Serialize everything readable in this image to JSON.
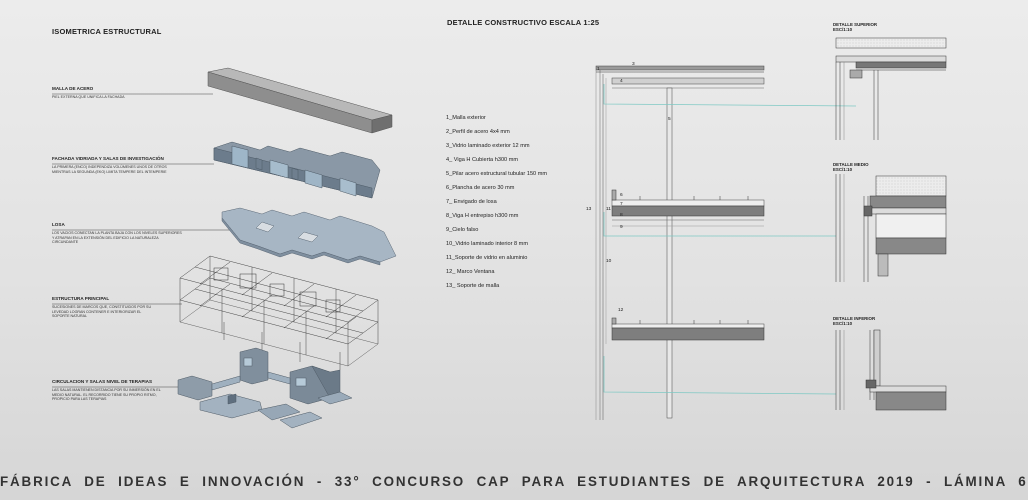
{
  "isometric": {
    "title": "ISOMETRICA ESTRUCTURAL",
    "layers": [
      {
        "label": "MALLA DE ACERO",
        "desc": "PIEL EXTERNA QUE UNIFICA LA FACHADA"
      },
      {
        "label": "FACHADA VIDRIADA Y SALAS DE INVESTIGACIÓN",
        "desc": "LA PRIMERA (ENCO) INDEPENDIZA VOLÚMENES UNOS DE OTROS MIENTRAS LA SEGUNDA (EKO) LIMITA TEMPERE DEL INTEMPERIE"
      },
      {
        "label": "LOSA",
        "desc": "LOS VACIOS CONECTAN LA PLANTA BAJA CON LOS NIVELES SUPERIORES Y ATRAPAN EN LA EXTENSIÓN DEL EDIFICIO LA NATURALEZA CIRCUNDANTE"
      },
      {
        "label": "ESTRUCTURA PRINCIPAL",
        "desc": "SUCESIONES DE MARCOS QUE, CONSTITUIDOS POR SU LEVEDAD LOGRAN CONTENER E INTERIORIZAR EL SOPORTE NATURAL"
      },
      {
        "label": "CIRCULACION Y SALAS NIVEL DE TERAPIAS",
        "desc": "LAS SALAS MANTIENEN DISTANCIA POR SU INMERSIÓN EN EL MEDIO NATURAL. EL RECORRIDO TIENE SU PROPIO RITMO, PROPICIO PARA LAS TERAPIAS"
      }
    ]
  },
  "detalle": {
    "title": "DETALLE CONSTRUCTIVO ESCALA 1:25",
    "legend": [
      "1_Malla exterior",
      "2_Perfil de acero  4x4 mm",
      "3_Vidrio laminado exterior 12 mm",
      "4_ Viga H Cubierta h300 mm",
      "5_Pilar acero estructural tubular 150 mm",
      "6_Plancha de acero 30 mm",
      "7_ Envigado de  losa",
      "8_Viga H entrepiso h300 mm",
      "9_Cielo falso",
      "10_Vidrio laminado interior 8 mm",
      "11_Soporte de vidrio en aluminio",
      "12_ Marco Ventana",
      "13_ Soporte de malla"
    ],
    "tags": [
      "1",
      "3",
      "4",
      "5",
      "6",
      "7",
      "8",
      "9",
      "10",
      "11",
      "12",
      "13"
    ]
  },
  "details": [
    {
      "title": "DETALLE SUPERIOR",
      "scale": "ESC/1:10"
    },
    {
      "title": "DETALLE MEDIO",
      "scale": "ESC/1:10"
    },
    {
      "title": "DETALLE INFERIOR",
      "scale": "ESC/1:10"
    }
  ],
  "footer": "FÁBRICA DE IDEAS E INNOVACIÓN - 33° CONCURSO CAP PARA ESTUDIANTES DE ARQUITECTURA 2019 - LÁMINA 6",
  "colors": {
    "accent": "#7fc9c4",
    "ink": "#222222"
  }
}
